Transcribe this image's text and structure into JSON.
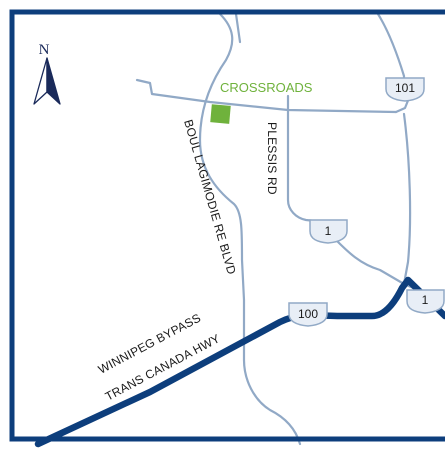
{
  "map": {
    "north_label": "N",
    "landmark_label": "CROSSROADS",
    "streets": {
      "boul_lagimodiere": "BOUL LAGIMODIE RE BLVD",
      "plessis": "PLESSIS RD",
      "bypass_line1": "WINNIPEG BYPASS",
      "bypass_line2": "TRANS CANADA HWY"
    },
    "shields": {
      "top": "101",
      "middle": "1",
      "right": "1",
      "bypass": "100"
    },
    "colors": {
      "frame": "#0d3e7c",
      "highway": "#0d3e7c",
      "local_road": "#91a9c6",
      "landmark": "#6fb23c",
      "shield_fill": "#e8eef6",
      "shield_stroke": "#91a9c6"
    },
    "icons": {
      "north_arrow": "north-arrow-icon",
      "landmark_marker": "square-marker-icon",
      "route_shield": "route-shield-icon"
    }
  }
}
